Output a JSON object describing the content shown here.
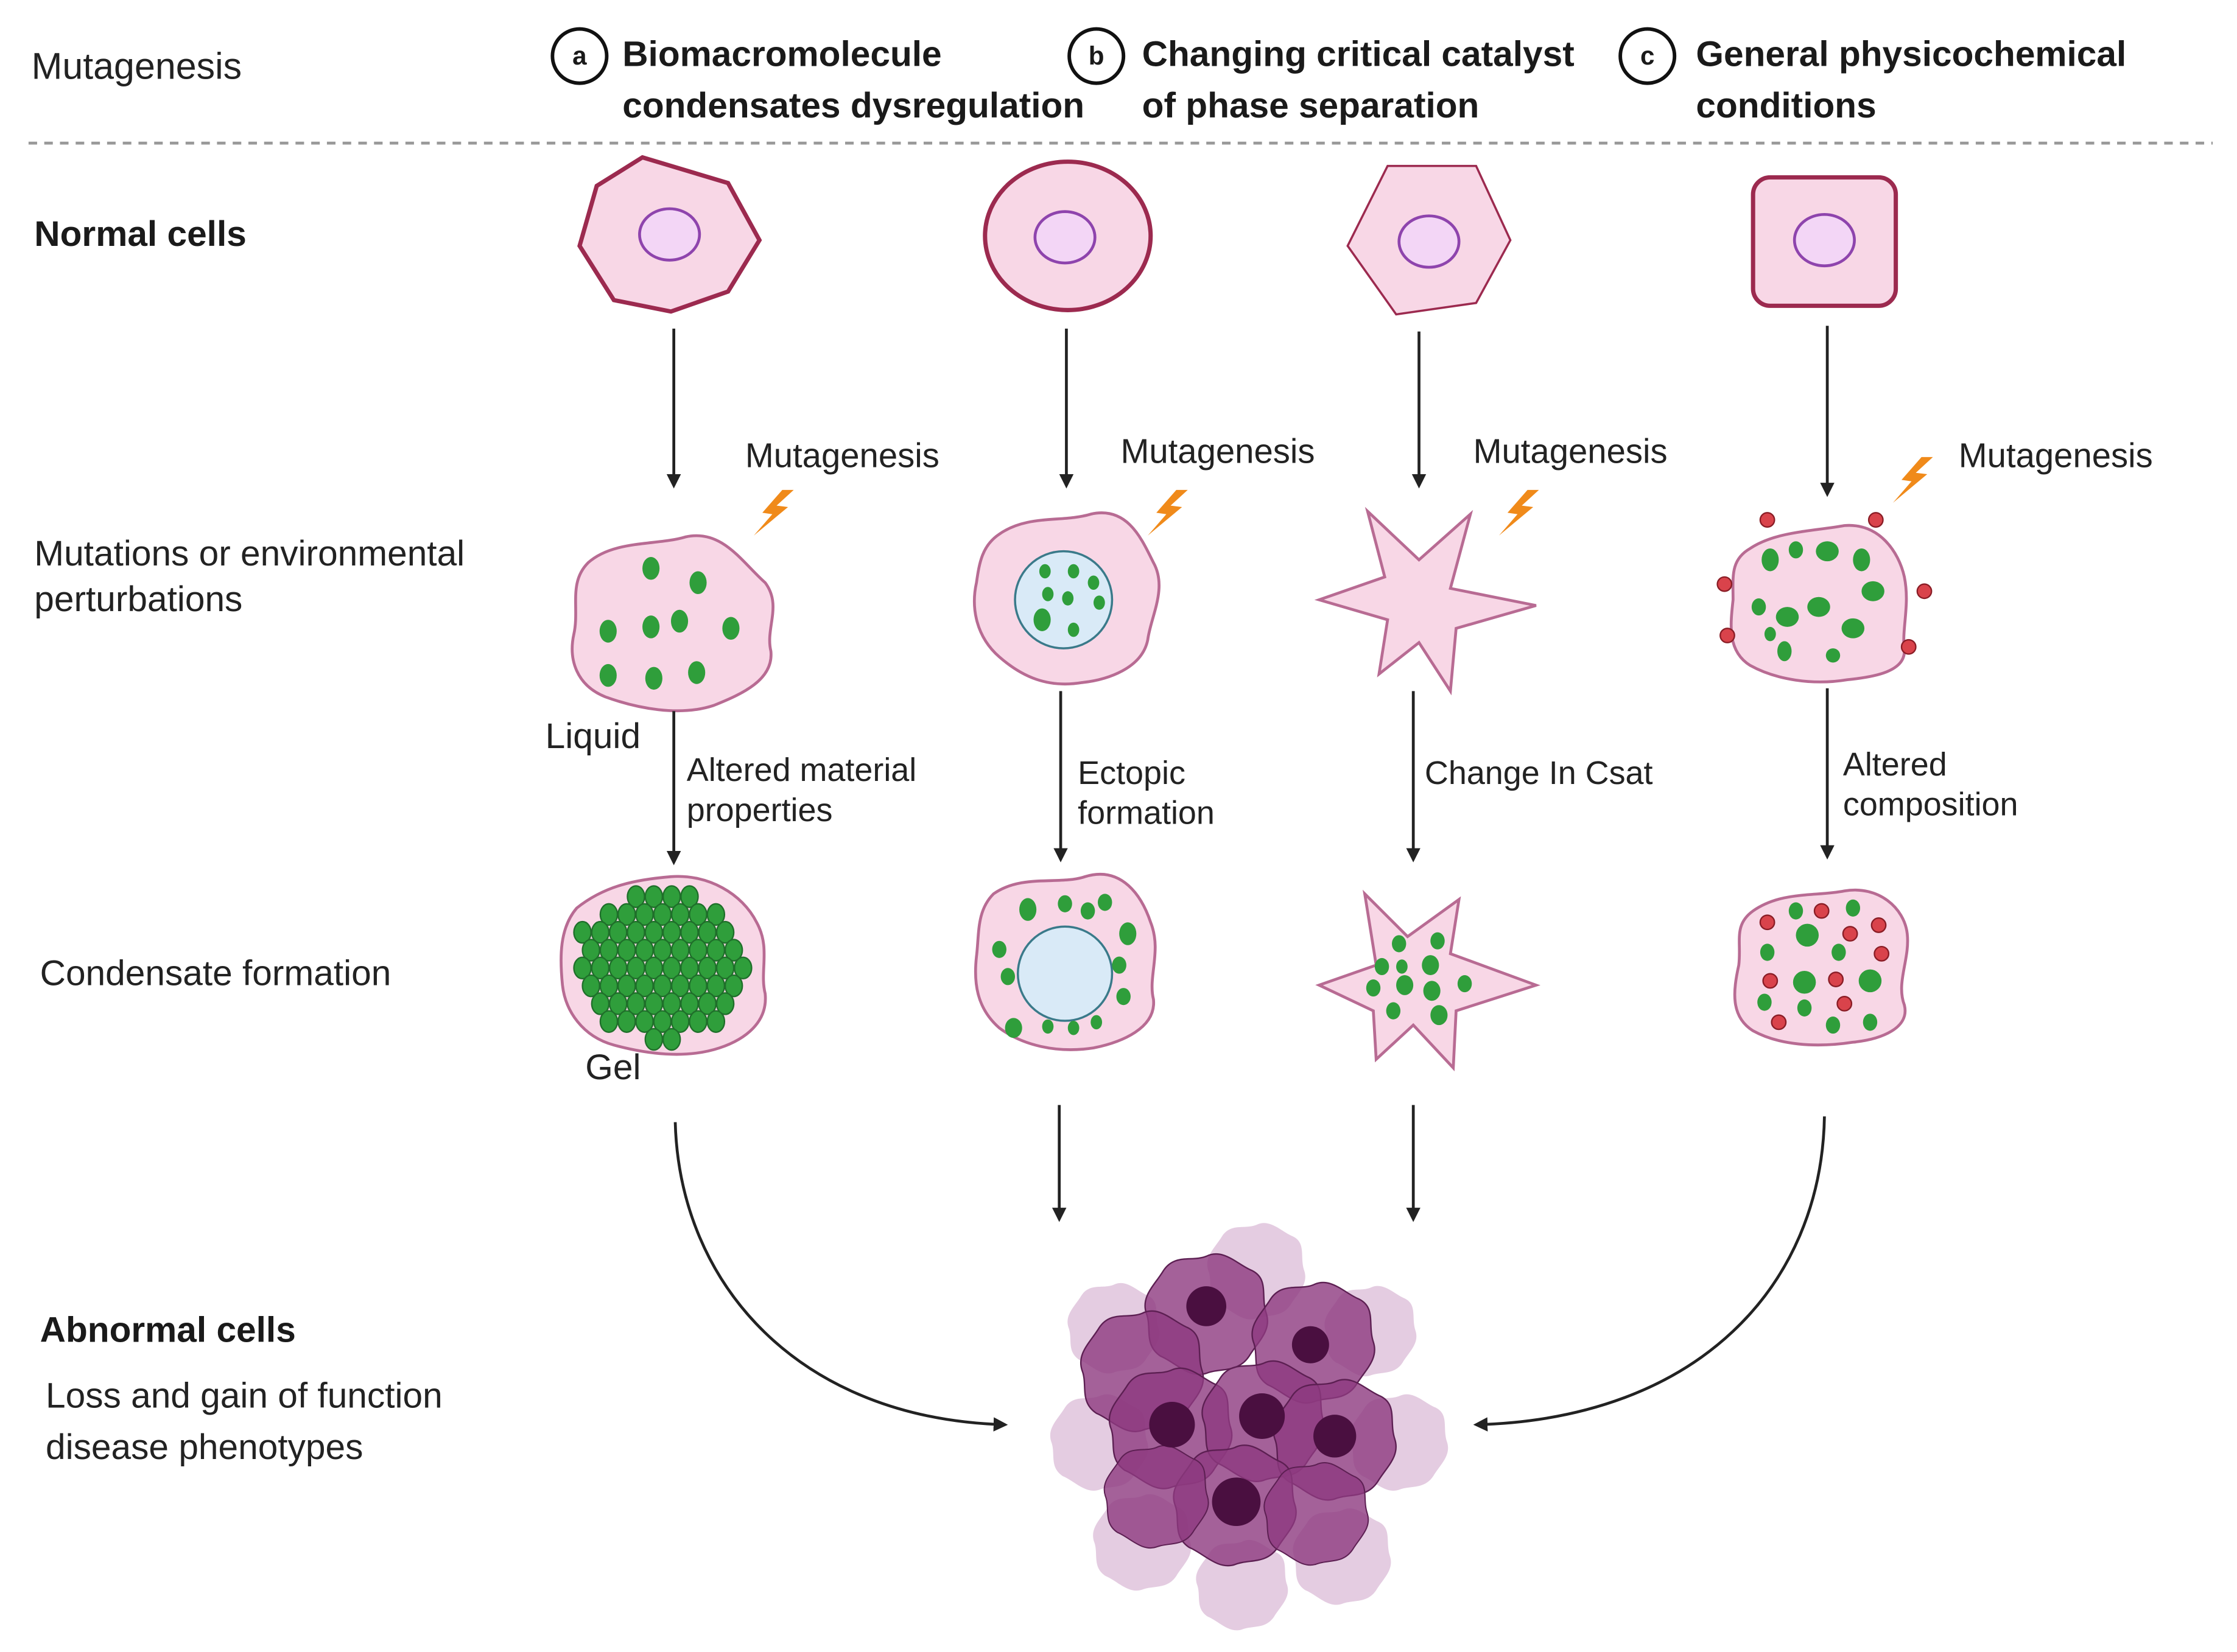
{
  "header": {
    "left_label": "Mutagenesis",
    "columns": [
      {
        "badge": "a",
        "line1": "Biomacromolecule",
        "line2": "condensates dysregulation"
      },
      {
        "badge": "b",
        "line1": "Changing critical catalyst",
        "line2": "of phase separation"
      },
      {
        "badge": "c",
        "line1": "General physicochemical",
        "line2": "conditions"
      }
    ]
  },
  "rows": {
    "normal": "Normal cells",
    "mutations_line1": "Mutations or environmental",
    "mutations_line2": "perturbations",
    "condensate": "Condensate formation",
    "abnormal": "Abnormal cells",
    "abnormal_desc_line1": "Loss and gain of function",
    "abnormal_desc_line2": "disease phenotypes"
  },
  "mutagenesis_label": "Mutagenesis",
  "state_labels": {
    "liquid": "Liquid",
    "gel": "Gel"
  },
  "transitions": [
    {
      "line1": "Altered material",
      "line2": "properties"
    },
    {
      "line1": "Ectopic",
      "line2": "formation"
    },
    {
      "line1": "Change In Csat",
      "line2": ""
    },
    {
      "line1": "Altered",
      "line2": "composition"
    }
  ],
  "colors": {
    "cell_fill": "#f8d7e6",
    "cell_stroke": "#9c2a4f",
    "nucleus_fill": "#f3d6f6",
    "nucleus_stroke": "#8e44ad",
    "condensate_green": "#2f9e3b",
    "condensate_red": "#d9434b",
    "vacuole_fill": "#d9eaf7",
    "lightning": "#f08a1a",
    "tumor_dark": "#7b2a6e",
    "tumor_light": "#c48fbd"
  }
}
